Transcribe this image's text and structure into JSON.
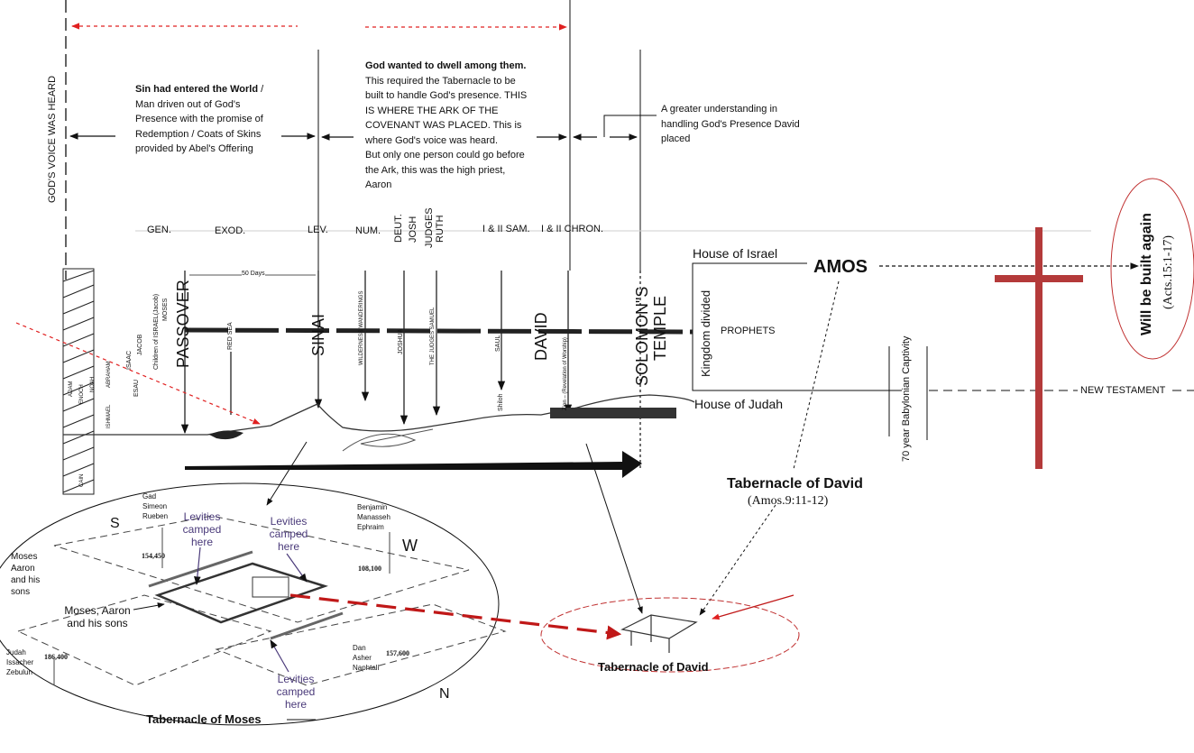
{
  "left_label": "GOD'S VOICE WAS HEARD",
  "note_sin": {
    "bold": "Sin had entered the World",
    "rest": " / Man driven out of God's Presence with the promise of Redemption / Coats of Skins provided by Abel's Offering"
  },
  "note_dwell": {
    "bold": "God wanted to dwell among them.",
    "rest": " This required the Tabernacle to be built to handle God's presence. THIS IS WHERE THE ARK OF THE COVENANT WAS PLACED. This is where God's voice was heard.",
    "line2": "But only one person could go before the Ark, this was the high priest, Aaron"
  },
  "note_david": "A greater understanding in handling God's Presence David placed",
  "books": {
    "gen": "GEN.",
    "exod": "EXOD.",
    "lev": "LEV.",
    "num": "NUM.",
    "deut": "DEUT.",
    "josh": "JOSH",
    "judges": "JUDGES",
    "ruth": "RUTH",
    "sam": "I & II SAM.",
    "chron": "I & II CHRON."
  },
  "timeline": {
    "passover": "PASSOVER",
    "sinai": "SINAI",
    "david": "DAVID",
    "solomon": "SOLOMON\"S",
    "temple": "TEMPLE",
    "fifty_days": "50 Days",
    "red_sea": "RED SEA",
    "wilderness": "WILDERNESS WANDERINGS",
    "joshua": "JOSHUA",
    "the_judges": "THE JUDGES SAMUEL",
    "saul": "SAUL",
    "zion": "Zion – (Revelation of Worship)",
    "shiloh": "Shiloh",
    "children": "Children of ISRAEL(Jacob)",
    "moses": "MOSES",
    "jacob": "JACOB",
    "isaac": "ISAAC",
    "abraham": "ABRAHAM",
    "esau": "ESAU",
    "ishmael": "ISHMAEL",
    "noah": "NOAH",
    "enoch": "ENOCH",
    "adam": "ADAM",
    "cain": "CAIN"
  },
  "right": {
    "house_israel": "House of Israel",
    "house_judah": "House of Judah",
    "amos": "AMOS",
    "kingdom_divided": "Kingdom divided",
    "prophets": "PROPHETS",
    "captivity": "70 year Babylonian Captivity",
    "new_testament": "NEW TESTAMENT",
    "built_again": "Will be built again",
    "acts_ref": "(Acts.15:1-17)",
    "tab_david_title": "Tabernacle of David",
    "amos_ref": "(Amos.9:11-12)"
  },
  "camp": {
    "north": "N",
    "south": "S",
    "west": "W",
    "gad": "Gad",
    "simeon": "Simeon",
    "rueben": "Rueben",
    "benjamin": "Benjamin",
    "manasseh": "Manasseh",
    "ephraim": "Ephraim",
    "dan": "Dan",
    "asher": "Asher",
    "naphtali": "Naphtali",
    "judah": "Judah",
    "issacher": "Issacher",
    "zebulun": "Zebulun",
    "num_s": "154,450",
    "num_w": "108,100",
    "num_e": "186,400",
    "num_n": "157,600",
    "levities1": "Levities camped here",
    "levities2": "Levities camped here",
    "levities3": "Levities camped here",
    "moses_aaron": "Moses Aaron and his sons",
    "moses_aaron2": "Moses, Aaron and his sons",
    "tab_moses": "Tabernacle of Moses",
    "tab_david_small": "Tabernacle of David"
  },
  "colors": {
    "red": "#e02020",
    "cross": "#b43a3a",
    "levite": "#4a3a7a"
  }
}
